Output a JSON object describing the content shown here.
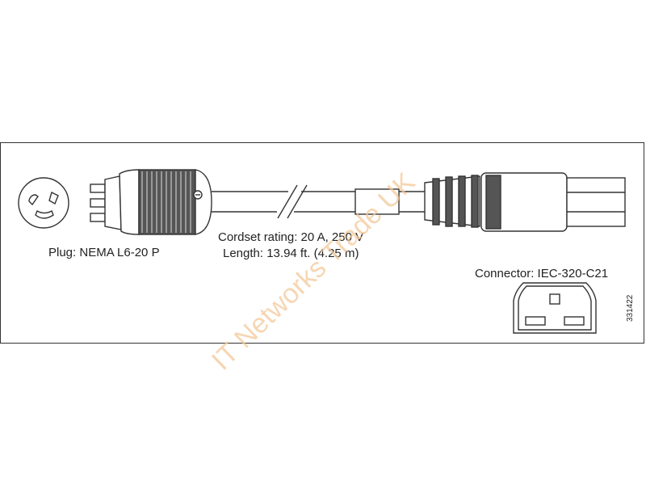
{
  "labels": {
    "plug": "Plug: NEMA L6-20 P",
    "cordset_rating": "Cordset rating: 20 A, 250 V",
    "length": "Length: 13.94 ft. (4.25 m)",
    "connector": "Connector: IEC-320-C21",
    "figure_number": "331422"
  },
  "watermark": "IT Networks Trade UK",
  "colors": {
    "line": "#333333",
    "watermark": "#f3c99a"
  }
}
